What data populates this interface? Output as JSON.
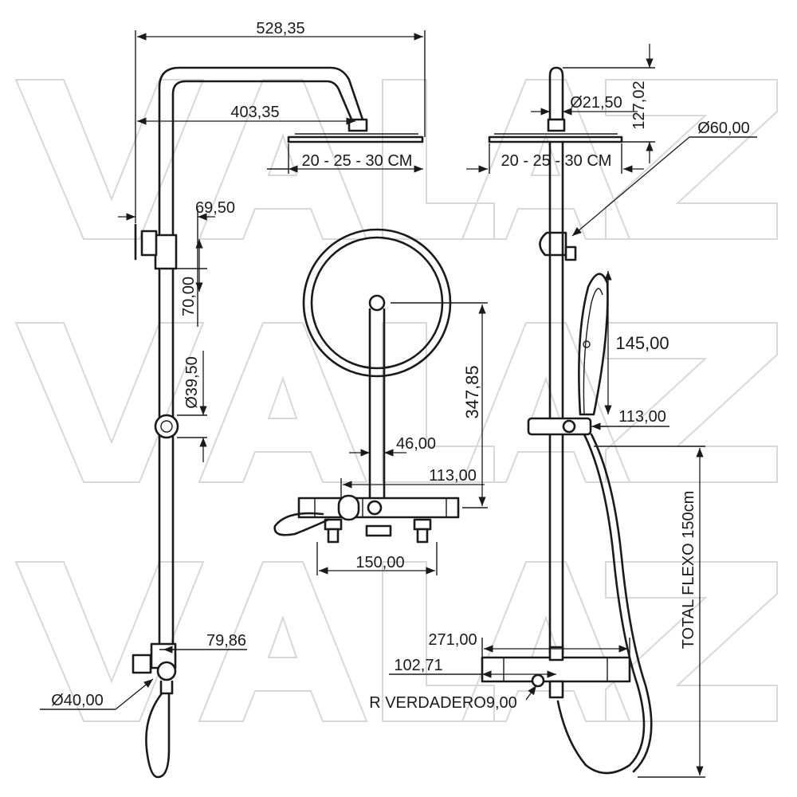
{
  "watermark": {
    "rows": [
      "VALAZ",
      "VALAZ",
      "VALAZ"
    ]
  },
  "dimensions": {
    "total_width": "528,35",
    "arm_reach": "403,35",
    "head_size_front": "20 - 25 - 30 CM",
    "head_size_side": "20 - 25 - 30 CM",
    "head_connector_dia": "Ø21,50",
    "head_drop": "127,02",
    "holder_dia": "Ø60,00",
    "bracket_offset": "69,50",
    "bracket_height": "70,00",
    "joint_dia": "Ø39,50",
    "plan_arm_length": "347,85",
    "plan_pipe_offset": "46,00",
    "plan_mixer_depth": "113,00",
    "plan_inlet_spacing": "150,00",
    "handshower_length": "145,00",
    "slider_offset": "113,00",
    "hose_length": "TOTAL FLEXO 150cm",
    "mixer_width": "271,00",
    "mixer_center": "102,71",
    "outlet_radius": "R VERDADERO9,00",
    "diverter_offset": "79,86",
    "inlet_dia": "Ø40,00"
  }
}
